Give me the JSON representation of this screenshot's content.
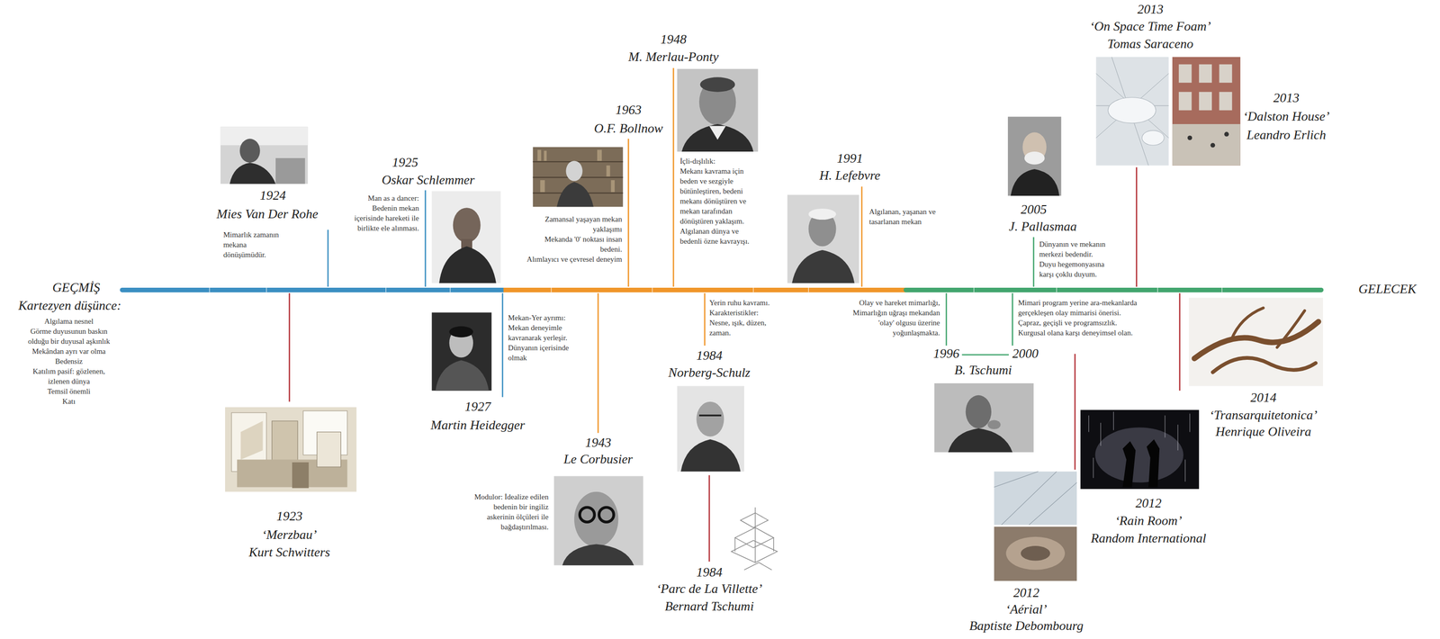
{
  "diagram": {
    "labels": [
      "GEÇMİŞ",
      "Kartezyen düşünce:",
      "Algılama nesnel",
      "Görme duyusunun baskın olduğu bir duyusal aşkınlık",
      "Mekândan ayrı var olma",
      "Bedensiz",
      "Katılım pasif: gözlenen, izlenen dünya",
      "Temsil önemli",
      "Katı",
      "1924",
      "Mies Van Der Rohe",
      "Mimarlık zamanın mekana dönüşümüdür.",
      "1923",
      "‘Merzbau’",
      "Kurt Schwitters",
      "1925",
      "Oskar Schlemmer",
      "Man as a dancer:",
      "Bedenin mekan içerisinde hareketi ile birlikte ele alınması.",
      "Mekan-Yer ayrımı:",
      "Mekan deneyimle kavranarak yerleşir.",
      "Dünyanın içerisinde olmak",
      "1927",
      "Martin Heidegger",
      "1963",
      "O.F. Bollnow",
      "Zamansal yaşayan mekan yaklaşımı",
      "Mekanda '0' noktası insan bedeni.",
      "Alımlayıcı ve çevresel deneyim",
      "1943",
      "Le Corbusier",
      "Modulor: İdealize edilen bedenin bir ingiliz askerinin ölçüleri ile bağdaştırılması.",
      "1948",
      "M. Merlau-Ponty",
      "İçli-dışlılık:",
      "Mekanı kavrama için beden ve sezgiyle bütünleştiren, bedeni mekanı dönüştüren ve mekan tarafından dönüştüren yaklaşım.",
      "Algılanan dünya ve bedenli özne kavrayışı.",
      "Yerin ruhu kavramı.",
      "Karakteristikler:",
      "Nesne, ışık, düzen, zaman.",
      "1984",
      "Norberg-Schulz",
      "1984",
      "‘Parc de La Villette’",
      "Bernard Tschumi",
      "1991",
      "H. Lefebvre",
      "Algılanan, yaşanan ve tasarlanan mekan",
      "Olay ve hareket mimarlığı,",
      "Mimarlığın uğraşı mekandan 'olay' olgusu üzerine yoğunlaşmakta.",
      "1996",
      "2000",
      "B. Tschumi",
      "Mimari program yerine ara-mekanlarda gerçekleşen olay mimarisi önerisi.",
      "Çapraz, geçişli ve programsızlık.",
      "Kurgusal olana karşı deneyimsel olan.",
      "2005",
      "J. Pallasmaa",
      "Dünyanın ve mekanın merkezi bedendir.",
      "Duyu hegemonyasına karşı çoklu duyum.",
      "2012",
      "‘Aérial’",
      "Baptiste Debombourg",
      "2012",
      "‘Rain Room’",
      "Random International",
      "2013",
      "‘On Space Time Foam’",
      "Tomas Saraceno",
      "2013",
      "‘Dalston House’",
      "Leandro Erlich",
      "2014",
      "‘Transarquitetonica’",
      "Henrique Oliveira",
      "GELECEK"
    ]
  }
}
